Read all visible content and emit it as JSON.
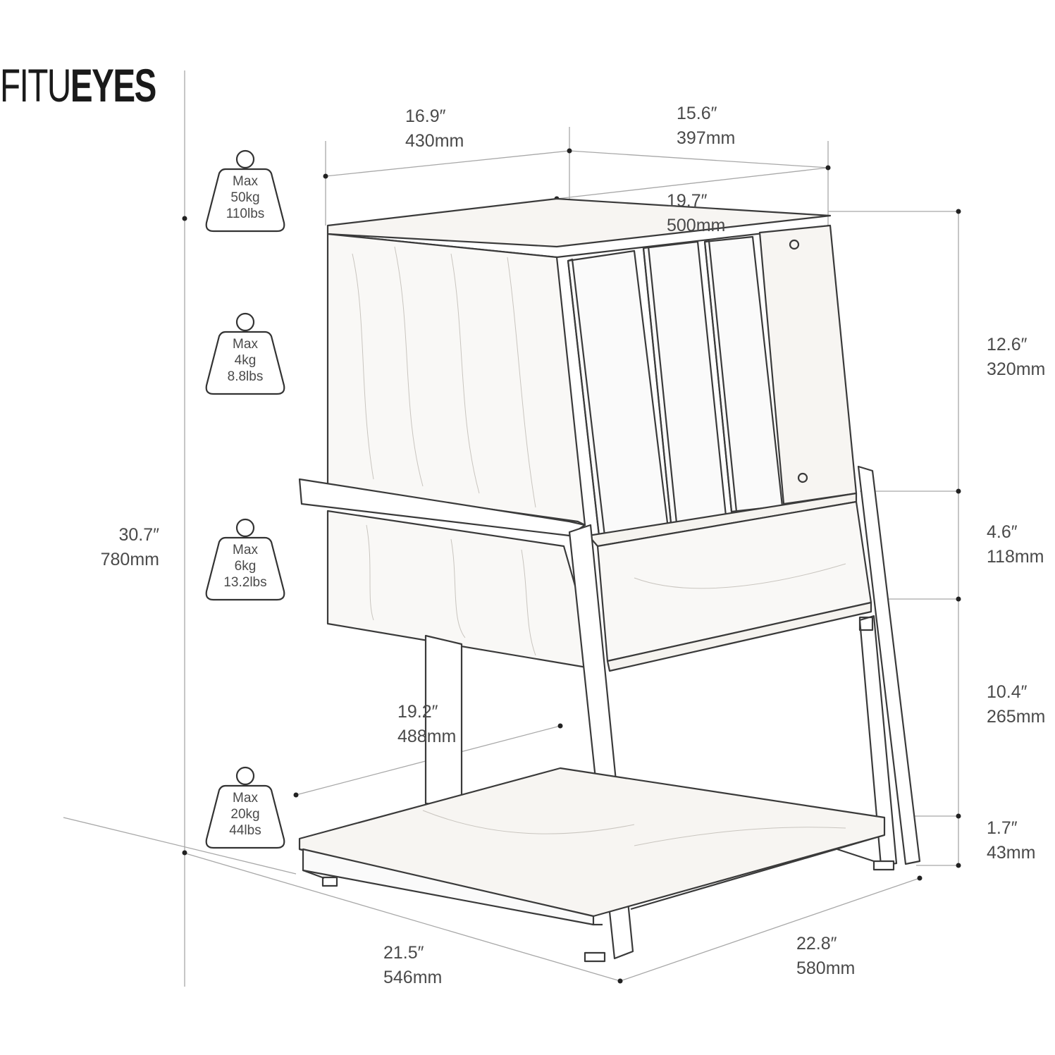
{
  "brand": {
    "part1": "FITU",
    "part2": "EYES"
  },
  "dimensions": {
    "top_depth": {
      "in": "16.9″",
      "mm": "430mm"
    },
    "top_width": {
      "in": "15.6″",
      "mm": "397mm"
    },
    "top_diagonal": {
      "in": "19.7″",
      "mm": "500mm"
    },
    "total_height": {
      "in": "30.7″",
      "mm": "780mm"
    },
    "upper_section": {
      "in": "12.6″",
      "mm": "320mm"
    },
    "middle_section": {
      "in": "4.6″",
      "mm": "118mm"
    },
    "lower_section": {
      "in": "10.4″",
      "mm": "265mm"
    },
    "base_height": {
      "in": "1.7″",
      "mm": "43mm"
    },
    "inner_depth": {
      "in": "19.2″",
      "mm": "488mm"
    },
    "base_depth": {
      "in": "21.5″",
      "mm": "546mm"
    },
    "base_width": {
      "in": "22.8″",
      "mm": "580mm"
    }
  },
  "load_limits": [
    {
      "label": "Max",
      "kg": "50kg",
      "lbs": "110lbs"
    },
    {
      "label": "Max",
      "kg": "4kg",
      "lbs": "8.8lbs"
    },
    {
      "label": "Max",
      "kg": "6kg",
      "lbs": "13.2lbs"
    },
    {
      "label": "Max",
      "kg": "20kg",
      "lbs": "44lbs"
    }
  ],
  "colors": {
    "line": "#3a3a3a",
    "dimension_line": "#9a9a9a",
    "text": "#4a4a4a"
  }
}
